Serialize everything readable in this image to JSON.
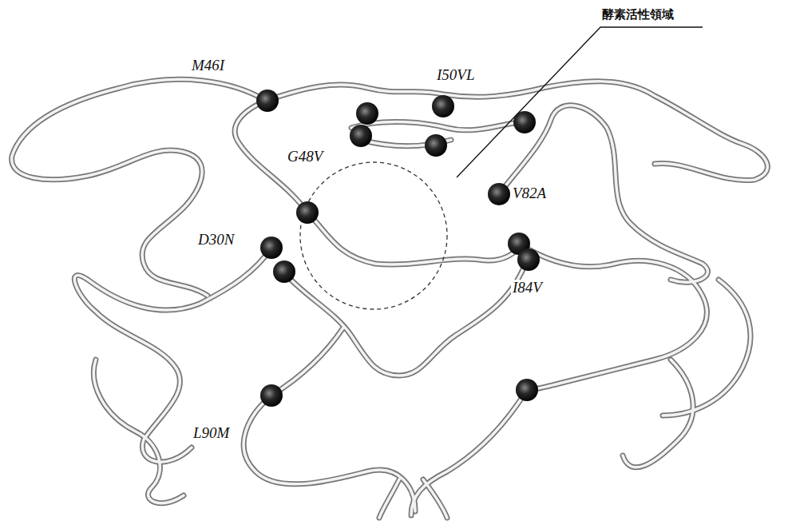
{
  "diagram": {
    "labels": [
      "酵素活性領域",
      "M46I",
      "I50VL",
      "G48V",
      "V82A",
      "D30N",
      "I84V",
      "L90M"
    ]
  }
}
